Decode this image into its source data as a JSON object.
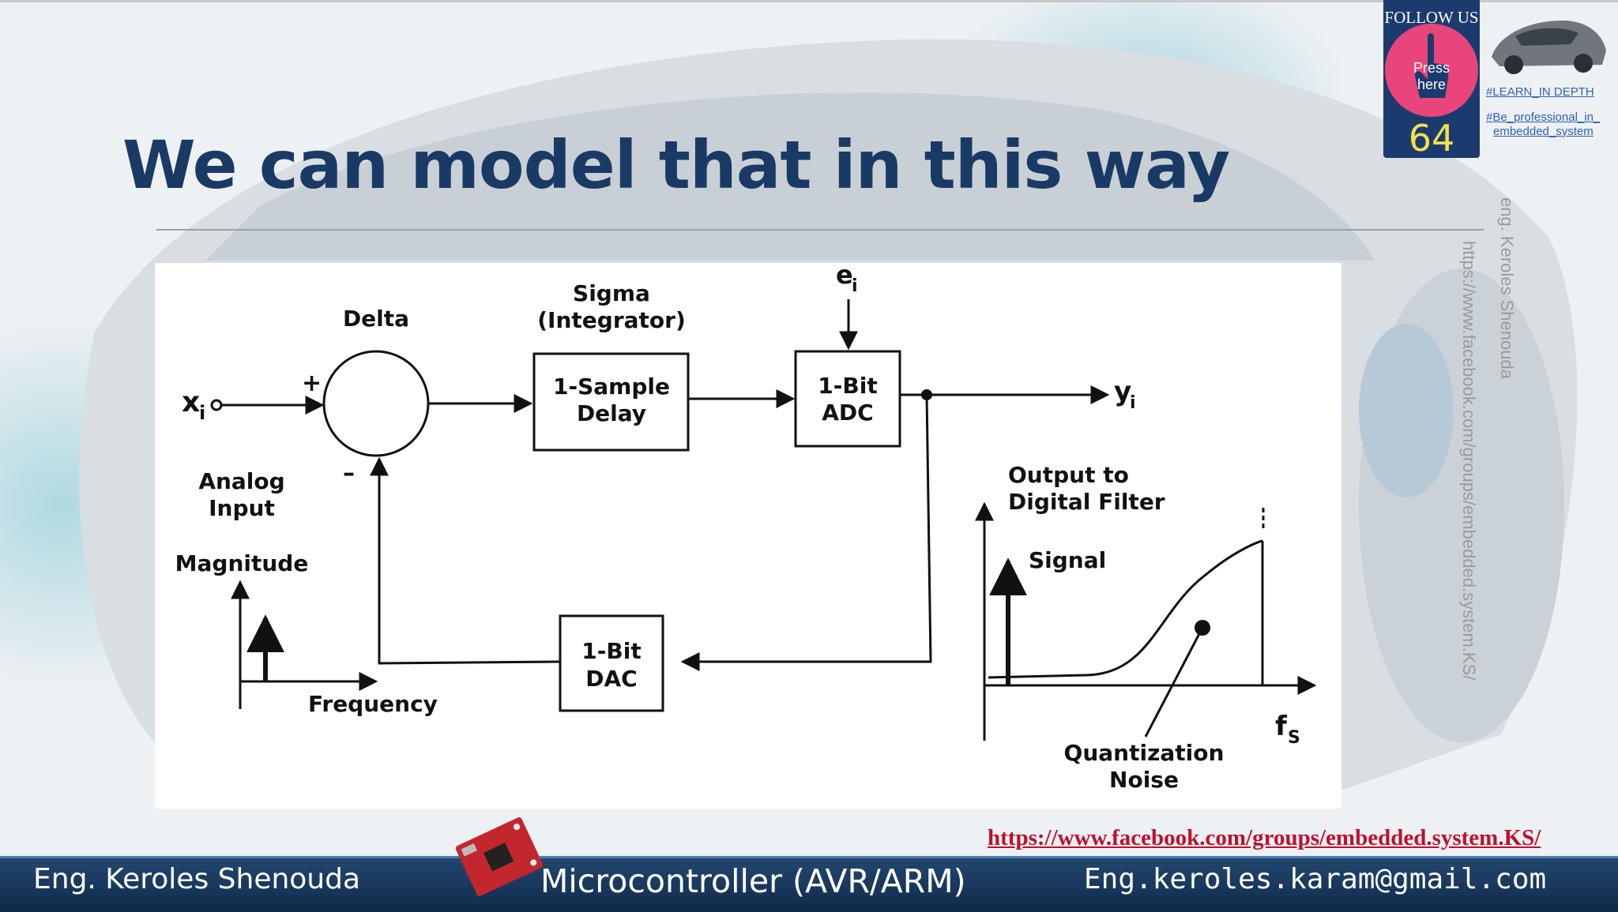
{
  "slide": {
    "title": "We can model that in this way"
  },
  "diagram": {
    "delta_label": "Delta",
    "sigma_label_1": "Sigma",
    "sigma_label_2": "(Integrator)",
    "sample_delay_line1": "1-Sample",
    "sample_delay_line2": "Delay",
    "adc_line1": "1-Bit",
    "adc_line2": "ADC",
    "dac_line1": "1-Bit",
    "dac_line2": "DAC",
    "input_label": "x",
    "input_sub": "i",
    "error_label": "e",
    "error_sub": "i",
    "output_label": "y",
    "output_sub": "i",
    "plus_sign": "+",
    "minus_sign": "–",
    "analog_input_1": "Analog",
    "analog_input_2": "Input",
    "magnitude_label": "Magnitude",
    "frequency_label": "Frequency",
    "output_filter_1": "Output to",
    "output_filter_2": "Digital Filter",
    "signal_label": "Signal",
    "fs_label": "f",
    "fs_sub": "S",
    "quant_noise_1": "Quantization",
    "quant_noise_2": "Noise"
  },
  "watermarks": {
    "author_vertical": "eng. Keroles Shenouda",
    "url_vertical": "https://www.facebook.com/groups/embedded.system.KS/"
  },
  "follow_widget": {
    "follow_label": "FOLLOW US",
    "press_line1": "Press",
    "press_line2": "here",
    "slide_number": "64",
    "hashtag1": "#LEARN_IN DEPTH",
    "hashtag2_line1": "#Be_professional_in_",
    "hashtag2_line2": "embedded_system"
  },
  "links": {
    "facebook_group": "https://www.facebook.com/groups/embedded.system.KS/"
  },
  "footer": {
    "left": "Eng. Keroles Shenouda",
    "center": "Microcontroller (AVR/ARM)",
    "right": "Eng.keroles.karam@gmail.com"
  },
  "colors": {
    "title": "#1a3a66",
    "footer_bg": "#1b3b6f",
    "link_red": "#c0102a",
    "follow_pink": "#e8457a",
    "slide_number": "#f2e14b"
  }
}
